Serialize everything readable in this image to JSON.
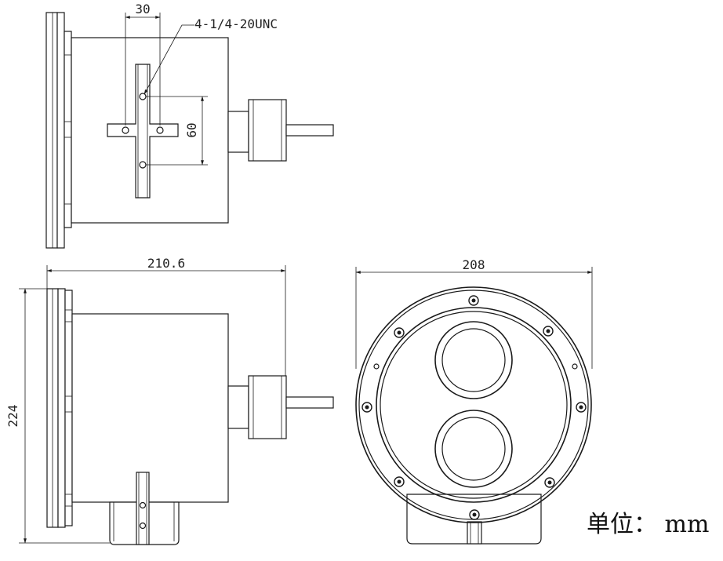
{
  "top_view": {
    "spacing_dim": "30",
    "thread_callout": "4-1/4-20UNC",
    "height_dim": "60"
  },
  "side_view": {
    "length_dim": "210.6",
    "height_dim": "224"
  },
  "front_view": {
    "width_dim": "208"
  },
  "units_label": "单位： mm"
}
